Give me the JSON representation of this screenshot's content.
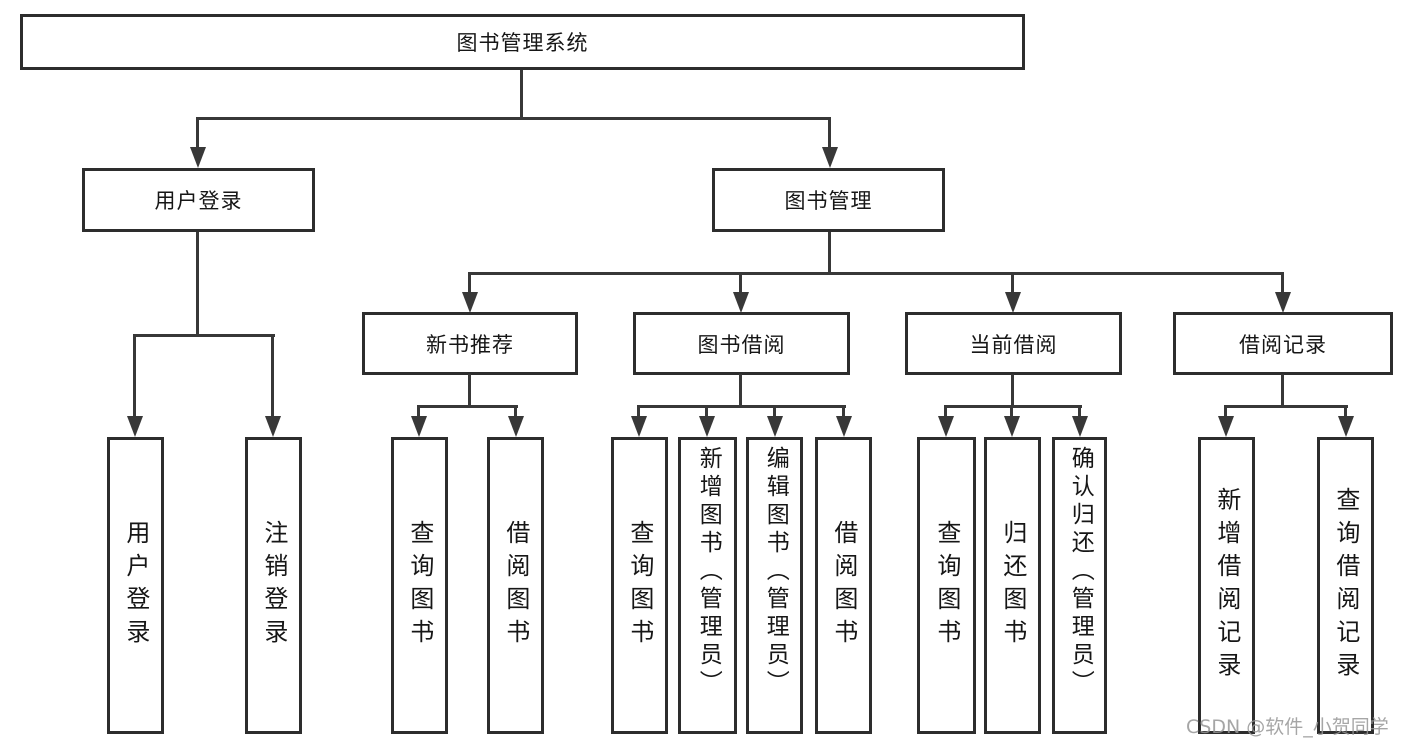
{
  "diagram": {
    "root": {
      "label": "图书管理系统"
    },
    "level2": [
      {
        "label": "用户登录"
      },
      {
        "label": "图书管理"
      }
    ],
    "level3": [
      {
        "label": "新书推荐"
      },
      {
        "label": "图书借阅"
      },
      {
        "label": "当前借阅"
      },
      {
        "label": "借阅记录"
      }
    ],
    "leaves": {
      "user_login": [
        {
          "label": "用户登录"
        },
        {
          "label": "注销登录"
        }
      ],
      "new_book_recommend": [
        {
          "label": "查询图书"
        },
        {
          "label": "借阅图书"
        }
      ],
      "book_borrow": [
        {
          "label": "查询图书"
        },
        {
          "label": "新增图书（管理员）"
        },
        {
          "label": "编辑图书（管理员）"
        },
        {
          "label": "借阅图书"
        }
      ],
      "current_borrow": [
        {
          "label": "查询图书"
        },
        {
          "label": "归还图书"
        },
        {
          "label": "确认归还（管理员）"
        }
      ],
      "borrow_records": [
        {
          "label": "新增借阅记录"
        },
        {
          "label": "查询借阅记录"
        }
      ]
    },
    "watermark": "CSDN @软件_小贺同学",
    "colors": {
      "line": "#383838",
      "border": "#2d2d2d",
      "text": "#161616",
      "watermark": "#969696",
      "background": "#ffffff"
    }
  }
}
